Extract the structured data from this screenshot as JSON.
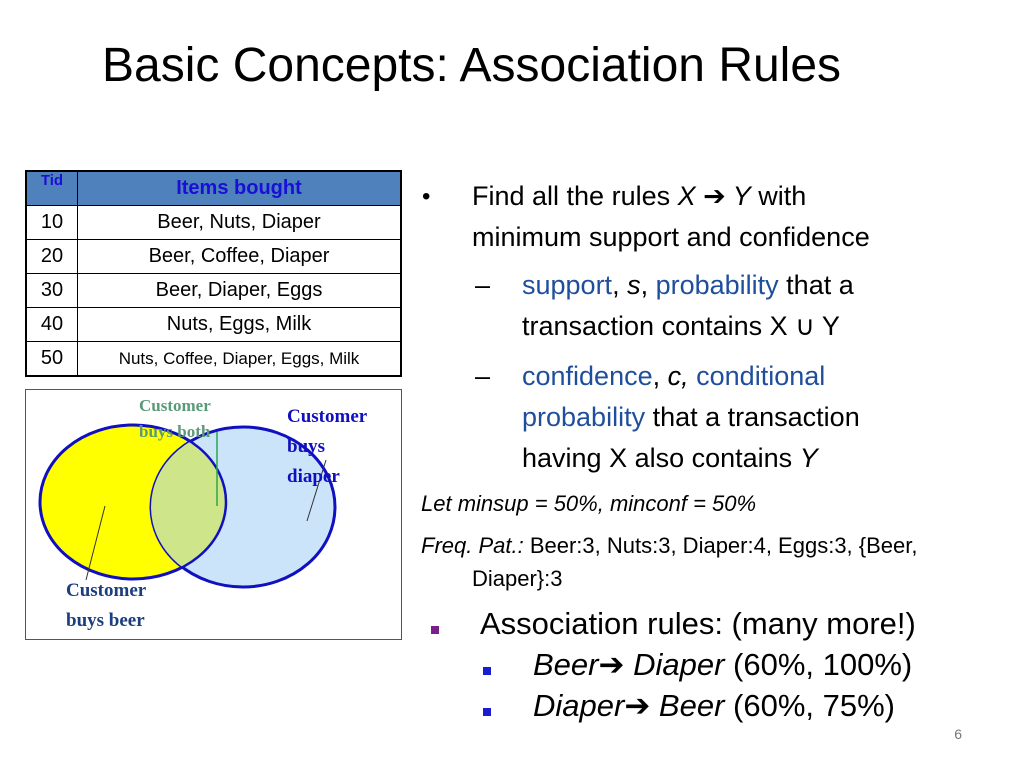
{
  "slide": {
    "title": "Basic Concepts: Association Rules",
    "page_number": "6"
  },
  "table": {
    "headers": [
      "Tid",
      "Items bought"
    ],
    "rows": [
      {
        "tid": "10",
        "items": "Beer, Nuts, Diaper"
      },
      {
        "tid": "20",
        "items": "Beer, Coffee, Diaper"
      },
      {
        "tid": "30",
        "items": "Beer, Diaper, Eggs"
      },
      {
        "tid": "40",
        "items": "Nuts, Eggs, Milk"
      },
      {
        "tid": "50",
        "items": "Nuts, Coffee, Diaper, Eggs, Milk"
      }
    ]
  },
  "venn": {
    "label_both_1": "Customer",
    "label_both_2": "buys both",
    "label_diaper_1": "Customer",
    "label_diaper_2": "buys",
    "label_diaper_3": "diaper",
    "label_beer_1": "Customer",
    "label_beer_2": "buys beer",
    "colors": {
      "beer": "#ffff00",
      "diaper": "#cce4fa",
      "both": "#cfe58a",
      "outline": "#1010c0"
    }
  },
  "content": {
    "bullet_glyph": "•",
    "b1_text_1": "Find all the rules ",
    "b1_x": "X",
    "b1_arrow": "➔",
    "b1_y": " Y",
    "b1_text_2": " with",
    "b1_line2": "minimum support and confidence",
    "dash": "–",
    "s1_term": "support",
    "s1_comma": ", ",
    "s1_var": "s",
    "s1_comma2": ", ",
    "s1_prob": "probability",
    "s1_rest": " that a",
    "s1_line2": "transaction contains X ∪ Y",
    "s2_term": "confidence",
    "s2_comma": ", ",
    "s2_var": "c,",
    "s2_cond": " conditional",
    "s2_prob": "probability",
    "s2_rest": " that a transaction",
    "s2_line3_a": "having X also contains ",
    "s2_line3_y": "Y",
    "let_line": "Let  minsup = 50%, minconf = 50%",
    "freq_label": "Freq. Pat.:",
    "freq_text": " Beer:3, Nuts:3, Diaper:4, Eggs:3, {Beer,",
    "freq_line2": "Diaper}:3",
    "assoc_text": "Association rules: (many more!)",
    "rule1_a": "Beer",
    "rule1_arrow": "➔",
    "rule1_b": " Diaper",
    "rule1_vals": "  (60%, 100%)",
    "rule2_a": "Diaper",
    "rule2_arrow": "➔",
    "rule2_b": " Beer",
    "rule2_vals": "  (60%, 75%)"
  }
}
